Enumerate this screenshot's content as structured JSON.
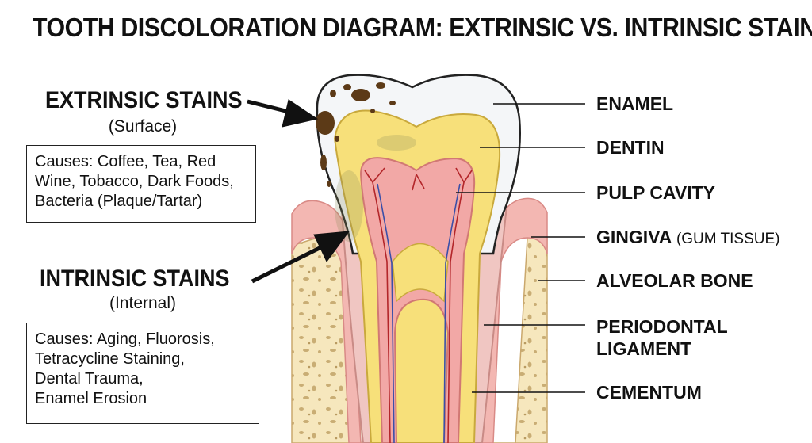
{
  "title": "TOOTH DISCOLORATION DIAGRAM: EXTRINSIC VS. INTRINSIC STAINS",
  "extrinsic": {
    "heading": "EXTRINSIC STAINS",
    "sub": "(Surface)",
    "causes": [
      "Causes: Coffee, Tea, Red",
      "Wine, Tobacco, Dark Foods,",
      "Bacteria (Plaque/Tartar)"
    ]
  },
  "intrinsic": {
    "heading": "INTRINSIC STAINS",
    "sub": "(Internal)",
    "causes": [
      "Causes: Aging, Fluorosis,",
      "Tetracycline Staining,",
      "Dental Trauma,",
      "Enamel Erosion"
    ]
  },
  "labels": {
    "enamel": "ENAMEL",
    "dentin": "DENTIN",
    "pulp": "PULP CAVITY",
    "gingiva": "GINGIVA",
    "gingiva_note": "(GUM TISSUE)",
    "bone": "ALVEOLAR BONE",
    "ligament_1": "PERIODONTAL",
    "ligament_2": "LIGAMENT",
    "cementum": "CEMENTUM"
  },
  "colors": {
    "enamel": "#f4f6f8",
    "dentin": "#f7e07a",
    "pulp": "#f2a8a6",
    "gum": "#f3b7b2",
    "bone": "#f6e7bd",
    "stain": "#5c3a17"
  }
}
